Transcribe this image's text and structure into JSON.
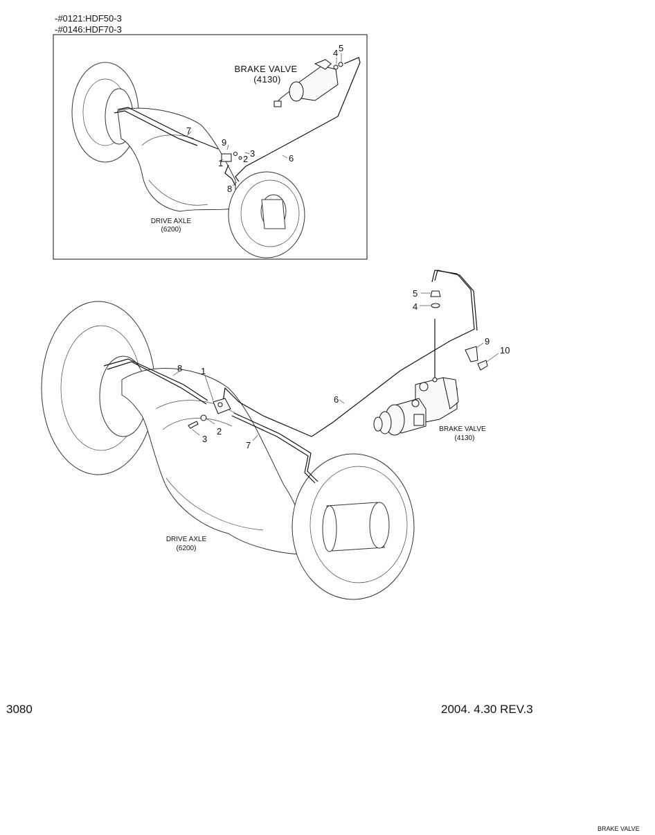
{
  "header": {
    "model_lines": [
      "-#0121:HDF50-3",
      "-#0146:HDF70-3"
    ]
  },
  "inset": {
    "brake_valve_label": "BRAKE VALVE",
    "brake_valve_code": "(4130)",
    "drive_axle_label": "DRIVE AXLE",
    "drive_axle_code": "(6200)",
    "callouts": [
      "1",
      "2",
      "3",
      "4",
      "5",
      "6",
      "7",
      "8",
      "9"
    ]
  },
  "main": {
    "brake_valve_label": "BRAKE VALVE",
    "brake_valve_code": "(4130)",
    "drive_axle_label": "DRIVE AXLE",
    "drive_axle_code": "(6200)",
    "callouts": [
      "1",
      "2",
      "3",
      "4",
      "5",
      "6",
      "7",
      "8",
      "9",
      "10"
    ]
  },
  "footer": {
    "page_number": "3080",
    "revision": "2004. 4.30 REV.3",
    "corner_title": "BRAKE VALVE"
  }
}
